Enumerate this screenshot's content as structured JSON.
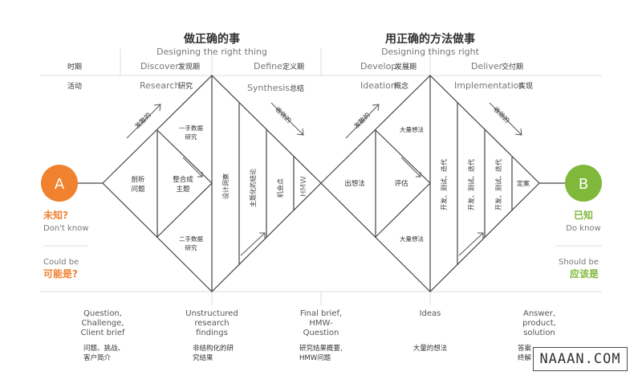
{
  "header": {
    "left_title": "做正确的事",
    "left_subtitle": "Designing the right thing",
    "right_title": "用正确的方法做事",
    "right_subtitle": "Designing things right"
  },
  "rows": {
    "phase_label": "时期",
    "activity_label": "活动"
  },
  "phases": {
    "discover_en": "Discover",
    "discover_cn": "发现期",
    "define_en": "Define",
    "define_cn": "定义期",
    "develop_en": "Develop",
    "develop_cn": "发展期",
    "deliver_en": "Deliver",
    "deliver_cn": "交付期"
  },
  "activities": {
    "research_en": "Research",
    "research_cn": "研究",
    "synthesis_en": "Synthesis",
    "synthesis_cn": "总结",
    "ideation_en": "Ideation",
    "ideation_cn": "概念",
    "implementation_en": "Implementation",
    "implementation_cn": "实现"
  },
  "arrows": {
    "diverge_1": "发散的",
    "converge_1": "收敛的",
    "diverge_2": "发散的",
    "converge_2": "收敛的"
  },
  "diamond1": {
    "cell_analyze": [
      "剖析",
      "问题"
    ],
    "first_hand": [
      "一手数据",
      "研究"
    ],
    "synthesize": [
      "整合成",
      "主题"
    ],
    "second_hand": [
      "二手数据",
      "研究"
    ],
    "insight": "设计洞察",
    "themed": "主题化的结论",
    "opportunity": "机会点",
    "hmw": "HMW"
  },
  "diamond2": {
    "ideas_out": "出想法",
    "top_ideas": "大量想法",
    "evaluate": "评估",
    "bottom_ideas": "大量想法",
    "iterate_1": "开发、测试、迭代",
    "iterate_2": "开发、测试、迭代",
    "iterate_3": "开发、测试、迭代",
    "final": "定案"
  },
  "start": {
    "letter": "A",
    "cn": "未知?",
    "en": "Don't know",
    "could_be_en": "Could be",
    "could_be_cn": "可能是?",
    "color": "#f0812e"
  },
  "end": {
    "letter": "B",
    "cn": "已知",
    "en": "Do know",
    "should_be_en": "Should be",
    "should_be_cn": "应该是",
    "color": "#7fb83a"
  },
  "outputs": {
    "question_en": [
      "Question,",
      "Challenge,",
      "Client brief"
    ],
    "question_cn": [
      "问题、挑战、",
      "客户简介"
    ],
    "unstructured_en": [
      "Unstructured",
      "research",
      "findings"
    ],
    "unstructured_cn": [
      "非结构化的研",
      "究结果"
    ],
    "final_brief_en": [
      "Final brief,",
      "HMW-",
      "Question"
    ],
    "final_brief_cn": [
      "研究结果概要,",
      "HMW问题"
    ],
    "ideas_en": [
      "Ideas"
    ],
    "ideas_cn": [
      "大量的想法"
    ],
    "answer_en": [
      "Answer,",
      "product,",
      "solution"
    ],
    "answer_cn": [
      "答案",
      "终解"
    ]
  },
  "watermark": "NAAAN.COM"
}
